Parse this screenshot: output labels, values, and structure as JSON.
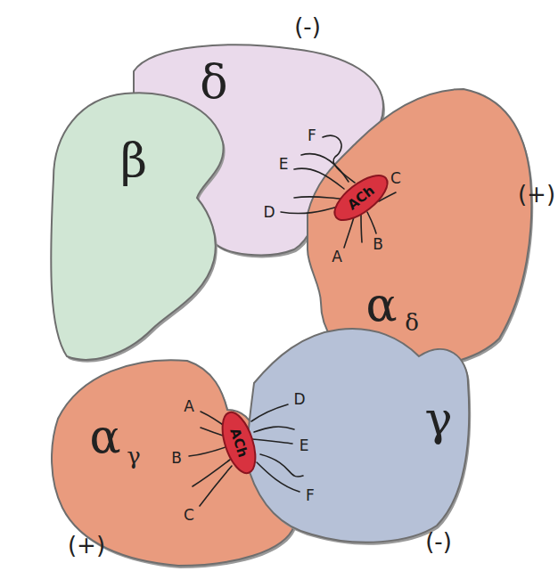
{
  "diagram": {
    "nodes": [
      {
        "text": [
          "δ"
        ]
      },
      {
        "text": [
          "ACh"
        ]
      },
      {
        "text": [
          "α",
          "δ"
        ]
      },
      {
        "text": [
          "β"
        ]
      },
      {
        "text": [
          "α",
          "γ"
        ]
      },
      {
        "text": [
          "ACh"
        ]
      },
      {
        "text": [
          "γ"
        ]
      }
    ],
    "labels": [
      "(-)",
      "(+)",
      "(+)",
      "(-)",
      "F",
      "E",
      "D",
      "C",
      "B",
      "A",
      "A",
      "B",
      "C",
      "D",
      "E",
      "F"
    ]
  }
}
